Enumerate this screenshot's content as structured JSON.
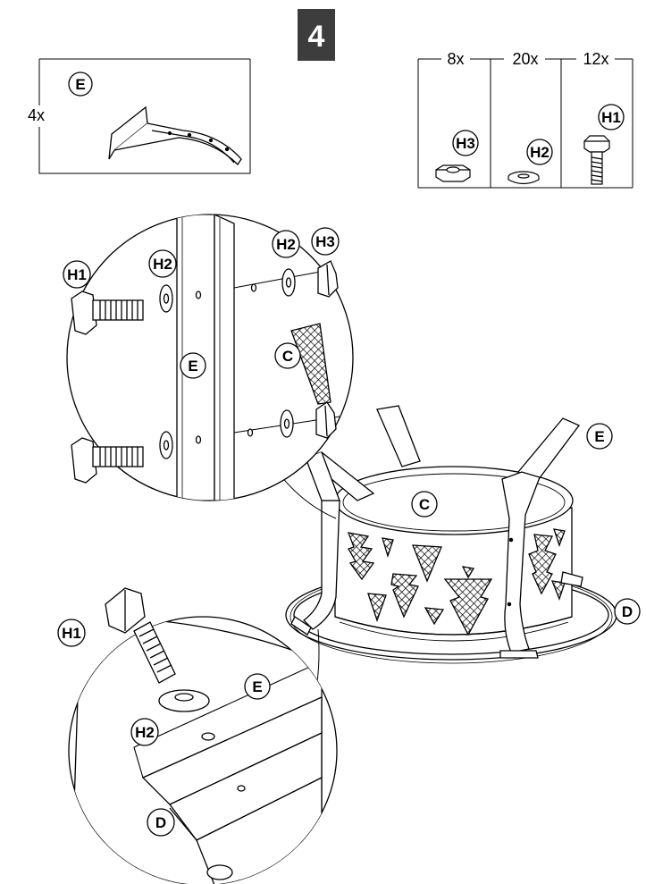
{
  "step": {
    "number": "4",
    "badge_color": "#3d3d3d"
  },
  "part_box": {
    "quantity": "4x",
    "part_label": "E"
  },
  "hardware": {
    "items": [
      {
        "qty": "8x",
        "label": "H3",
        "kind": "nut"
      },
      {
        "qty": "20x",
        "label": "H2",
        "kind": "washer"
      },
      {
        "qty": "12x",
        "label": "H1",
        "kind": "bolt"
      }
    ]
  },
  "detail_top": {
    "labels": {
      "bolt": "H1",
      "washer_left": "H2",
      "washer_right": "H2",
      "nut": "H3",
      "leg": "E",
      "body": "C"
    }
  },
  "main_view": {
    "labels": {
      "leg": "E",
      "body": "C",
      "ring": "D"
    }
  },
  "detail_bottom": {
    "labels": {
      "bolt": "H1",
      "washer": "H2",
      "leg": "E",
      "ring": "D"
    }
  },
  "colors": {
    "line": "#000000",
    "hatch": "#000000"
  }
}
